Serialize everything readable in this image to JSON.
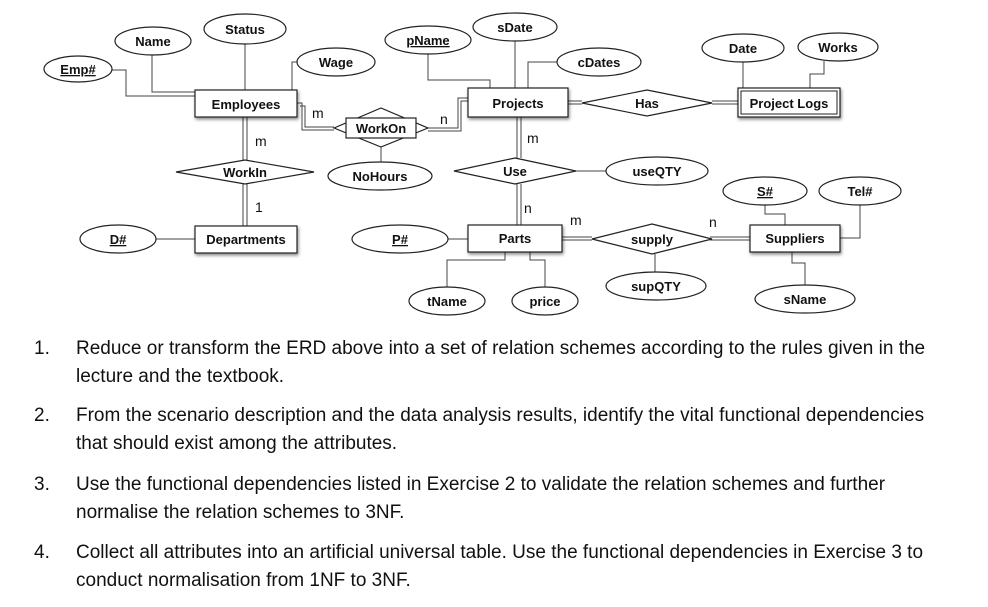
{
  "diagram": {
    "entities": {
      "employees": "Employees",
      "workon": "WorkOn",
      "projects": "Projects",
      "project_logs": "Project Logs",
      "departments": "Departments",
      "parts": "Parts",
      "suppliers": "Suppliers"
    },
    "relationships": {
      "workin": "WorkIn",
      "has": "Has",
      "use": "Use",
      "supply": "supply"
    },
    "attributes": {
      "emp_no": "Emp#",
      "name": "Name",
      "status": "Status",
      "wage": "Wage",
      "pname": "pName",
      "sdate": "sDate",
      "cdates": "cDates",
      "date": "Date",
      "works": "Works",
      "nohours": "NoHours",
      "useqty": "useQTY",
      "s_no": "S#",
      "tel_no": "Tel#",
      "d_no": "D#",
      "p_no": "P#",
      "supqty": "supQTY",
      "tname": "tName",
      "price": "price",
      "sname": "sName"
    },
    "cardinalities": {
      "emp_workin": "m",
      "dept_workin": "1",
      "emp_workon": "m",
      "proj_workon": "n",
      "proj_use": "m",
      "parts_use": "n",
      "parts_supply": "m",
      "supp_supply": "n"
    }
  },
  "exercises": [
    {
      "num": "1.",
      "text": "Reduce or transform the ERD above into a set of relation schemes according to the rules given in the lecture and the textbook."
    },
    {
      "num": "2.",
      "text": "From the scenario description and the data analysis results, identify the vital functional dependencies that should exist among the attributes."
    },
    {
      "num": "3.",
      "text": "Use the functional dependencies listed in Exercise 2 to validate the relation schemes and further normalise the relation schemes to 3NF."
    },
    {
      "num": "4.",
      "text": "Collect all attributes into an artificial universal table. Use the functional dependencies in Exercise 3 to conduct normalisation from 1NF to 3NF."
    }
  ]
}
